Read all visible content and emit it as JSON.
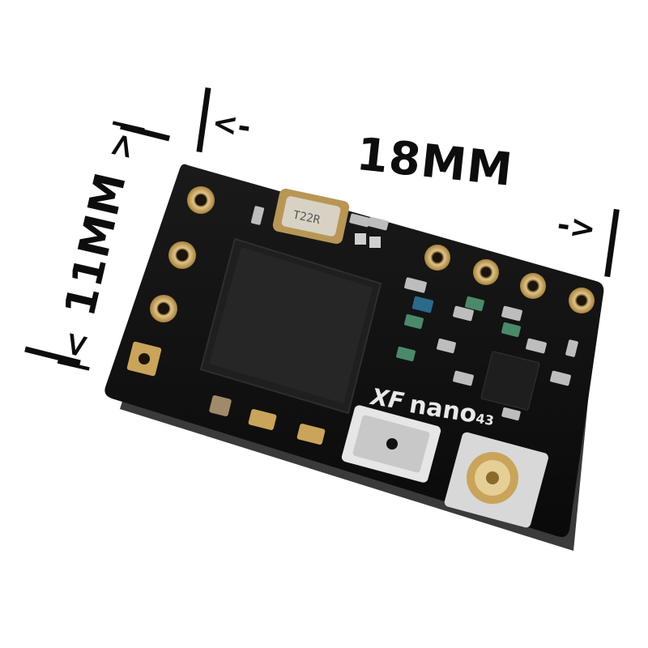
{
  "dimensions": {
    "length_label": "18MM",
    "width_label": "11MM",
    "width_left_bracket": "|<",
    "width_right_bracket": ">|",
    "left_arrow": "<-",
    "right_arrow": "->"
  },
  "board": {
    "brand_text": "XF",
    "model_text": "nano",
    "model_number": "43",
    "crystal_marking": "T22R",
    "colors": {
      "pcb": "#141414",
      "pad_gold": "#c9a45a",
      "chip": "#1e1e1e",
      "silkscreen": "#e8e8e8"
    }
  }
}
